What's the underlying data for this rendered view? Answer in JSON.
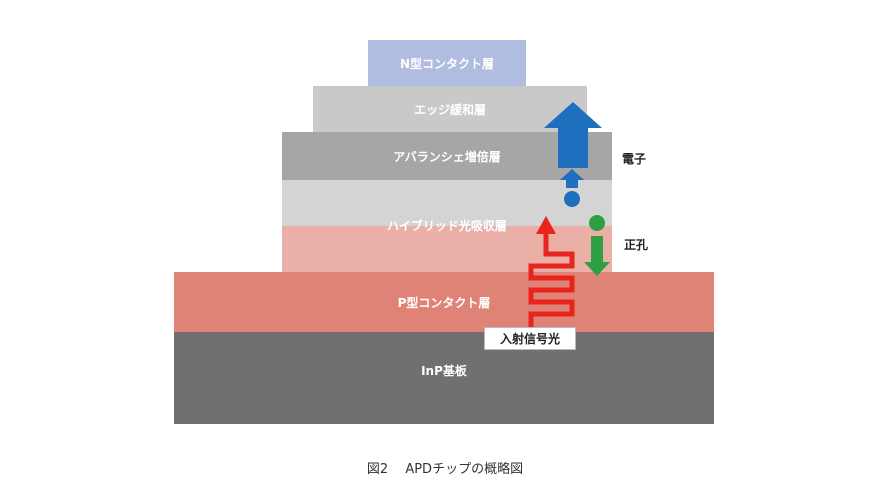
{
  "layers": {
    "n_contact": "N型コンタクト層",
    "edge": "エッジ緩和層",
    "avalanche": "アバランシェ増倍層",
    "hybrid": "ハイブリッド光吸収層",
    "p_contact": "P型コンタクト層",
    "substrate": "InP基板"
  },
  "labels": {
    "electron": "電子",
    "hole": "正孔",
    "incident_light": "入射信号光"
  },
  "caption": "図2　 APDチップの概略図",
  "colors": {
    "n_contact": "#b0bde0",
    "edge": "#c9c9c9",
    "avalanche": "#a6a6a6",
    "absorption_upper": "#d4d4d4",
    "absorption_lower": "#eab0a8",
    "p_contact": "#e08377",
    "substrate": "#707070",
    "electron": "#1f6fbf",
    "hole": "#2ea043",
    "light": "#e8241c"
  }
}
